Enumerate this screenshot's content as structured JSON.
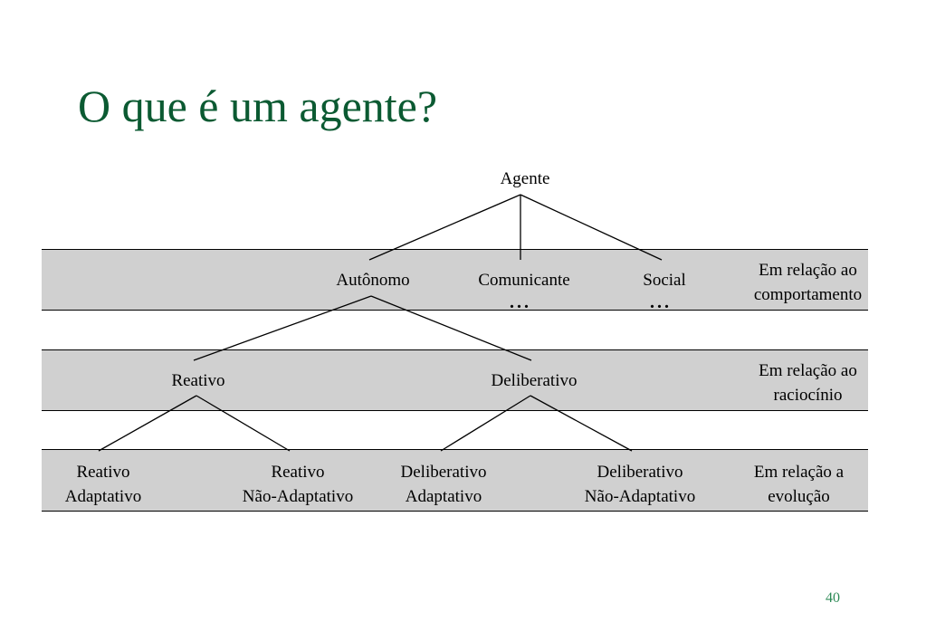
{
  "slide": {
    "title": "O que é um agente?",
    "page_number": "40"
  },
  "diagram": {
    "root": "Agente",
    "level1": [
      {
        "label": "Autônomo",
        "ellipsis": ""
      },
      {
        "label": "Comunicante",
        "ellipsis": "..."
      },
      {
        "label": "Social",
        "ellipsis": "..."
      }
    ],
    "level2": [
      {
        "label": "Reativo"
      },
      {
        "label": "Deliberativo"
      }
    ],
    "level3": [
      {
        "line1": "Reativo",
        "line2": "Adaptativo"
      },
      {
        "line1": "Reativo",
        "line2": "Não-Adaptativo"
      },
      {
        "line1": "Deliberativo",
        "line2": "Adaptativo"
      },
      {
        "line1": "Deliberativo",
        "line2": "Não-Adaptativo"
      }
    ],
    "band_labels": [
      {
        "line1": "Em relação ao",
        "line2": "comportamento"
      },
      {
        "line1": "Em relação ao",
        "line2": "raciocínio"
      },
      {
        "line1": "Em relação a",
        "line2": "evolução"
      }
    ]
  }
}
